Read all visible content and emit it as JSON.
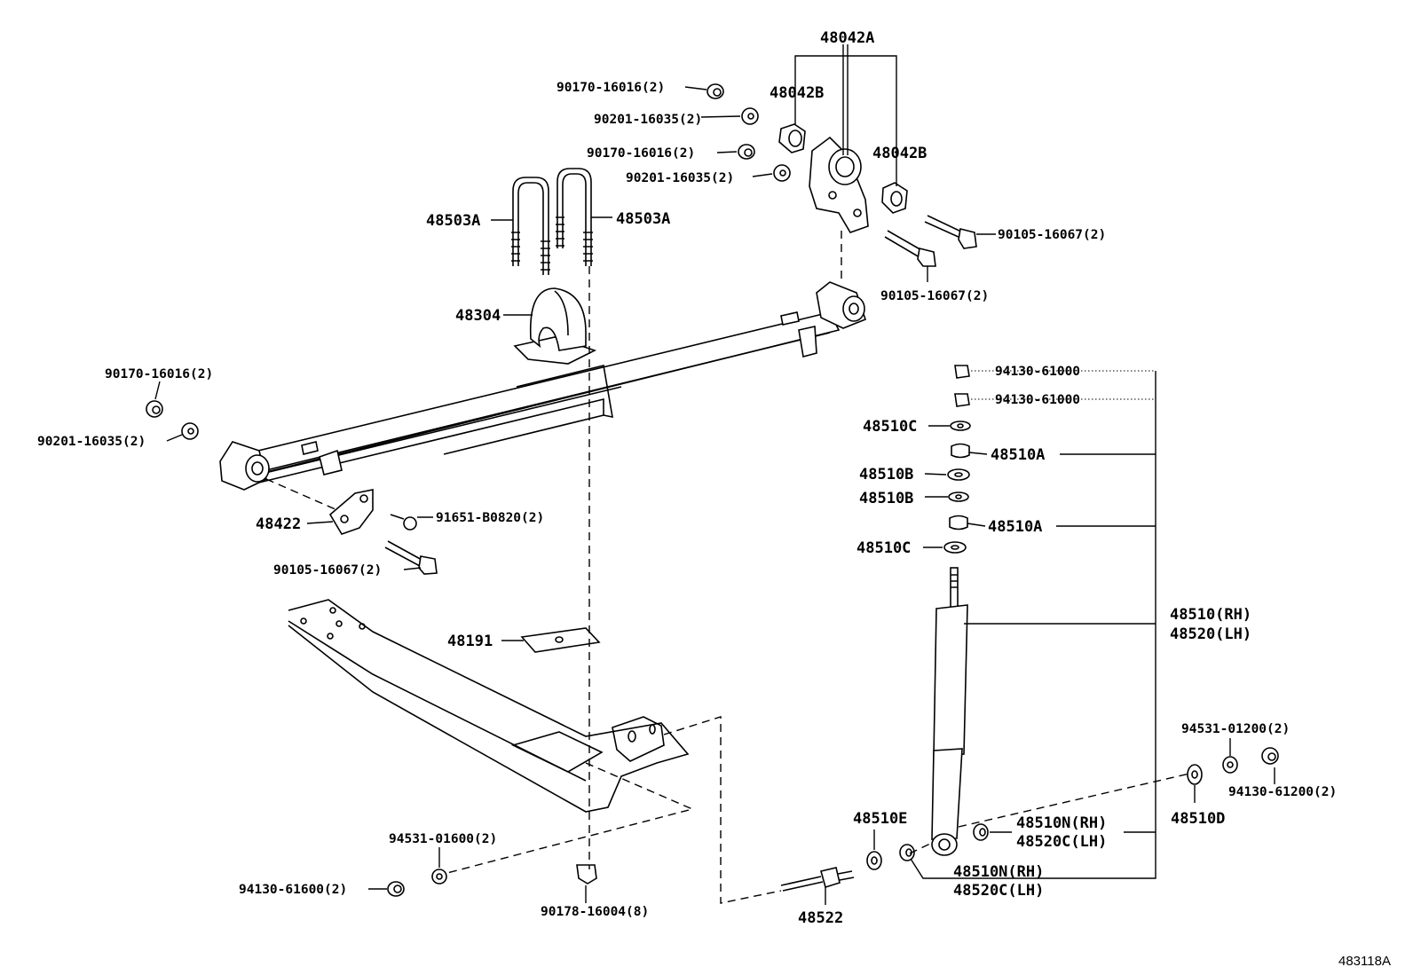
{
  "diagram_id": "483118A",
  "labels": {
    "p48042A": "48042A",
    "p48042B_l": "48042B",
    "p48042B_r": "48042B",
    "p90170_a": "90170-16016(2)",
    "p90201_a": "90201-16035(2)",
    "p90170_b": "90170-16016(2)",
    "p90201_b": "90201-16035(2)",
    "p90105_a": "90105-16067(2)",
    "p90105_b": "90105-16067(2)",
    "p48503A_l": "48503A",
    "p48503A_r": "48503A",
    "p48304": "48304",
    "p90170_c": "90170-16016(2)",
    "p90201_c": "90201-16035(2)",
    "p48422": "48422",
    "p91651": "91651-B0820(2)",
    "p90105_c": "90105-16067(2)",
    "p48191": "48191",
    "p94531_016": "94531-01600(2)",
    "p94130_616": "94130-61600(2)",
    "p90178": "90178-16004(8)",
    "p48522": "48522",
    "p48510E": "48510E",
    "p94130_610_a": "94130-61000",
    "p94130_610_b": "94130-61000",
    "p48510C_a": "48510C",
    "p48510A_a": "48510A",
    "p48510B_a": "48510B",
    "p48510B_b": "48510B",
    "p48510A_b": "48510A",
    "p48510C_b": "48510C",
    "p48510RH": "48510(RH)",
    "p48520LH": "48520(LH)",
    "p94531_012": "94531-01200(2)",
    "p94130_612": "94130-61200(2)",
    "p48510D": "48510D",
    "p48510N_a": "48510N(RH)",
    "p48520C_a": "48520C(LH)",
    "p48510N_b": "48510N(RH)",
    "p48520C_b": "48520C(LH)"
  }
}
